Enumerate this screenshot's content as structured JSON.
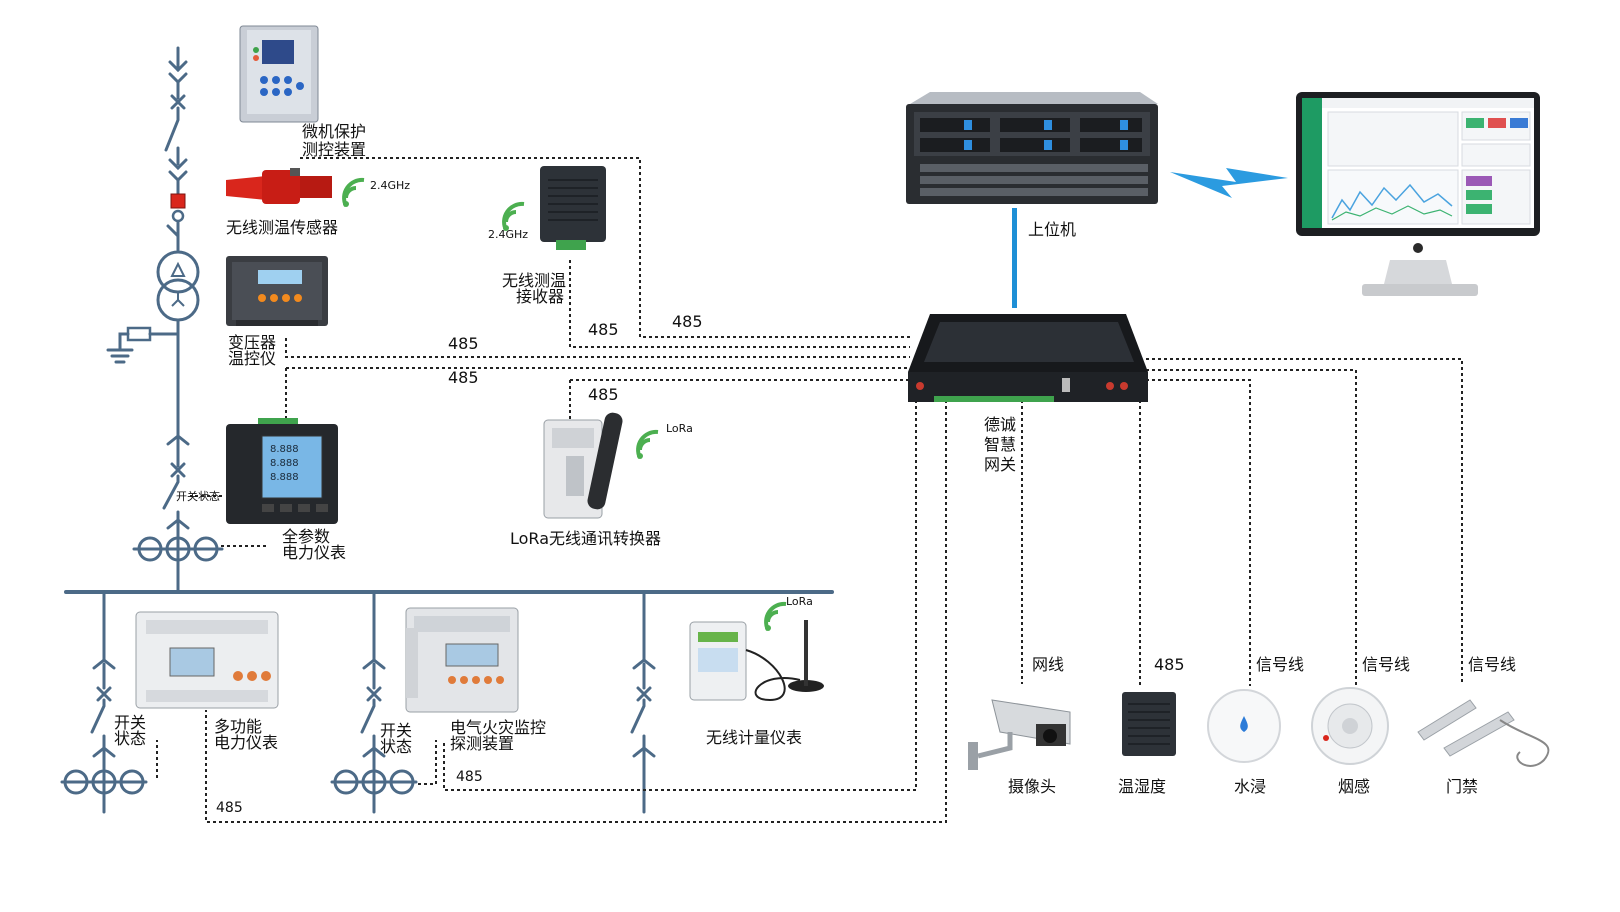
{
  "labels": {
    "relay": [
      "微机保护",
      "测控装置"
    ],
    "wireless_sensor": "无线测温传感器",
    "freq_a": "2.4GHz",
    "freq_b": "2.4GHz",
    "receiver": [
      "无线测温",
      "接收器"
    ],
    "transformer_ctrl": [
      "变压器",
      "温控仪"
    ],
    "full_meter": [
      "全参数",
      "电力仪表"
    ],
    "switch_state_top": "开关状态",
    "lora_converter": "LoRa无线通讯转换器",
    "lora_a": "LoRa",
    "lora_b": "LoRa",
    "host": "上位机",
    "gateway": [
      "德诚",
      "智慧",
      "网关"
    ],
    "multi_meter": [
      "多功能",
      "电力仪表"
    ],
    "fire_monitor": [
      "电气火灾监控",
      "探测装置"
    ],
    "wireless_meter": "无线计量仪表",
    "switch_state_a": [
      "开关",
      "状态"
    ],
    "switch_state_b": [
      "开关",
      "状态"
    ],
    "camera": "摄像头",
    "humidity": "温湿度",
    "water": "水浸",
    "smoke": "烟感",
    "door": "门禁",
    "line_network": "网线",
    "line_485": "485",
    "line_signal_1": "信号线",
    "line_signal_2": "信号线",
    "line_signal_3": "信号线"
  },
  "bus_labels": {
    "l1": "485",
    "l2": "485",
    "l3": "485",
    "l4": "485",
    "l5": "485",
    "l6": "485",
    "l7": "485"
  },
  "colors": {
    "bus": "#4c6a87",
    "network_link": "#1e8fd6",
    "wifi": "#4caf50",
    "accent_red": "#d9261c"
  },
  "icons": [
    "wifi-icon",
    "lightning-icon",
    "ground-icon",
    "breaker-icon"
  ]
}
